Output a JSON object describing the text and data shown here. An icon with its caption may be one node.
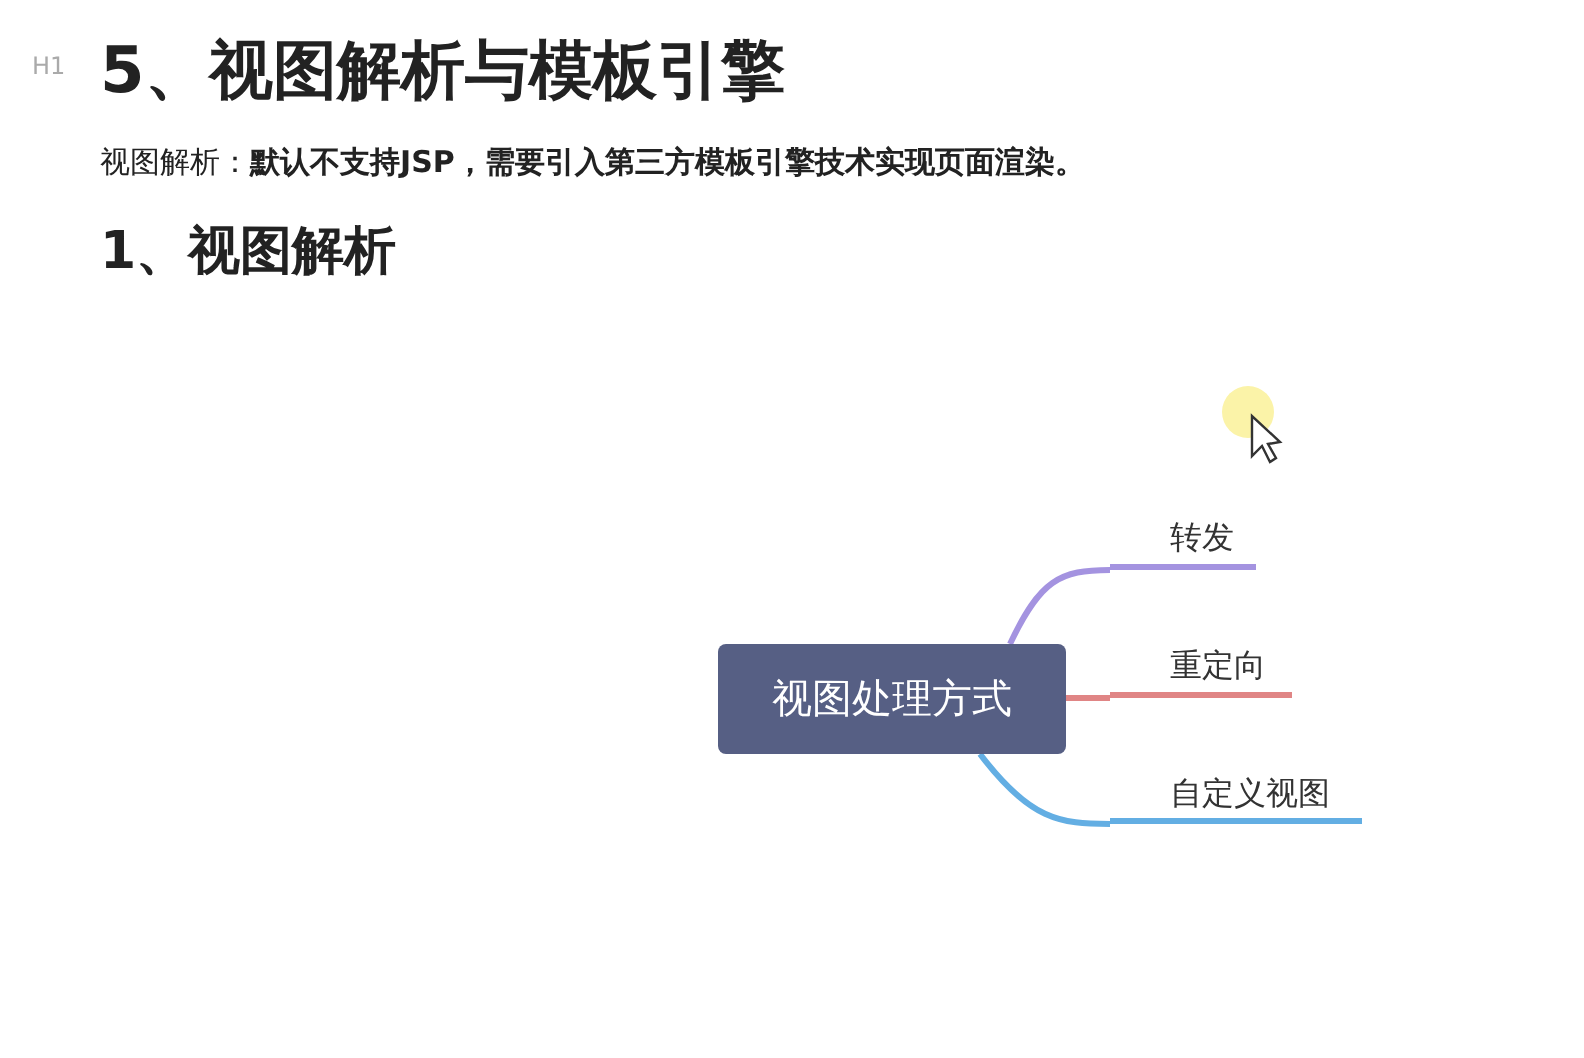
{
  "diagram": {
    "title": "5、视图解析与模板引擎",
    "nodes": [
      {
        "text": [
          "视图处理方式"
        ]
      },
      {
        "text": [
          "转发"
        ]
      },
      {
        "text": [
          "重定向"
        ]
      },
      {
        "text": [
          "自定义视图"
        ]
      }
    ],
    "edges": [
      {
        "from": 0,
        "to": 1,
        "arrow": "none",
        "color": "#a493e0"
      },
      {
        "from": 0,
        "to": 2,
        "arrow": "none",
        "color": "#e08585"
      },
      {
        "from": 0,
        "to": 3,
        "arrow": "none",
        "color": "#63aee3"
      }
    ],
    "labels": [
      "H1",
      "视图解析：**默认不支持JSP，需要引入第三方模板引擎技术实现页面渲染。**",
      "1、视图解析"
    ]
  }
}
